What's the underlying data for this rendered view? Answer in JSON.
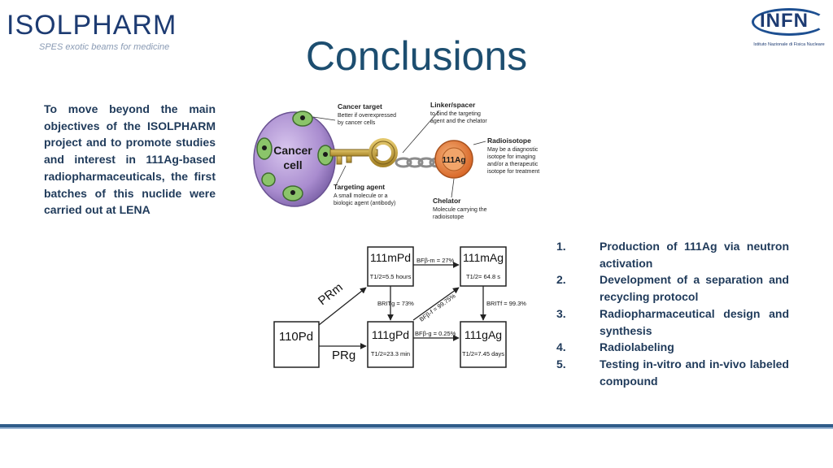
{
  "header": {
    "logo_text": "ISOLPHARM",
    "logo_tagline": "SPES exotic beams for medicine",
    "partner_logo_text": "INFN",
    "partner_logo_subtitle": "Istituto Nazionale di Fisica Nucleare"
  },
  "slide": {
    "title": "Conclusions",
    "intro": "To move beyond the main objectives of the ISOLPHARM project and to promote studies and interest in 111Ag-based radiopharmaceuticals, the first batches of this nuclide were carried out at LENA"
  },
  "objectives": [
    {
      "num": "1.",
      "text": "Production of 111Ag via neutron activation"
    },
    {
      "num": "2.",
      "text": "Development of a separation and recycling protocol"
    },
    {
      "num": "3.",
      "text": "Radiopharmaceutical design and synthesis"
    },
    {
      "num": "4.",
      "text": "Radiolabeling"
    },
    {
      "num": "5.",
      "text": "Testing in-vitro and in-vivo labeled compound"
    }
  ],
  "radiopharm_diagram": {
    "cell_label_1": "Cancer",
    "cell_label_2": "cell",
    "isotope_label": "111Ag",
    "cancer_target": {
      "title": "Cancer target",
      "line1": "Better if overexpressed",
      "line2": "by cancer cells"
    },
    "linker": {
      "title": "Linker/spacer",
      "line1": "to bind the targeting",
      "line2": "agent and the chelator"
    },
    "radioisotope": {
      "title": "Radioisotope",
      "line1": "May be a diagnostic",
      "line2": "isotope for imaging",
      "line3": "and/or a therapeutic",
      "line4": "isotope for treatment"
    },
    "targeting_agent": {
      "title": "Targeting agent",
      "line1": "A small molecule or a",
      "line2": "biologic agent (antibody)"
    },
    "chelator": {
      "title": "Chelator",
      "line1": "Molecule carrying the",
      "line2": "radioisotope"
    }
  },
  "decay_scheme": {
    "pd110": "110Pd",
    "pd111m": "111mPd",
    "pd111m_half": "T1/2=5.5 hours",
    "ag111m": "111mAg",
    "ag111m_half": "T1/2= 64.8 s",
    "pd111g": "111gPd",
    "pd111g_half": "T1/2=23.3 min",
    "ag111g": "111gAg",
    "ag111g_half": "T1/2=7.45 days",
    "pr_m": "PRm",
    "pr_g": "PRg",
    "bf_m": "BFβ-m = 27%",
    "br_it_pd": "BRITg = 73%",
    "bf_diag": "BFβ-f = 99.75%",
    "br_it_ag": "BRITf = 99.3%",
    "bf_g": "BFβ-g = 0.25%"
  }
}
